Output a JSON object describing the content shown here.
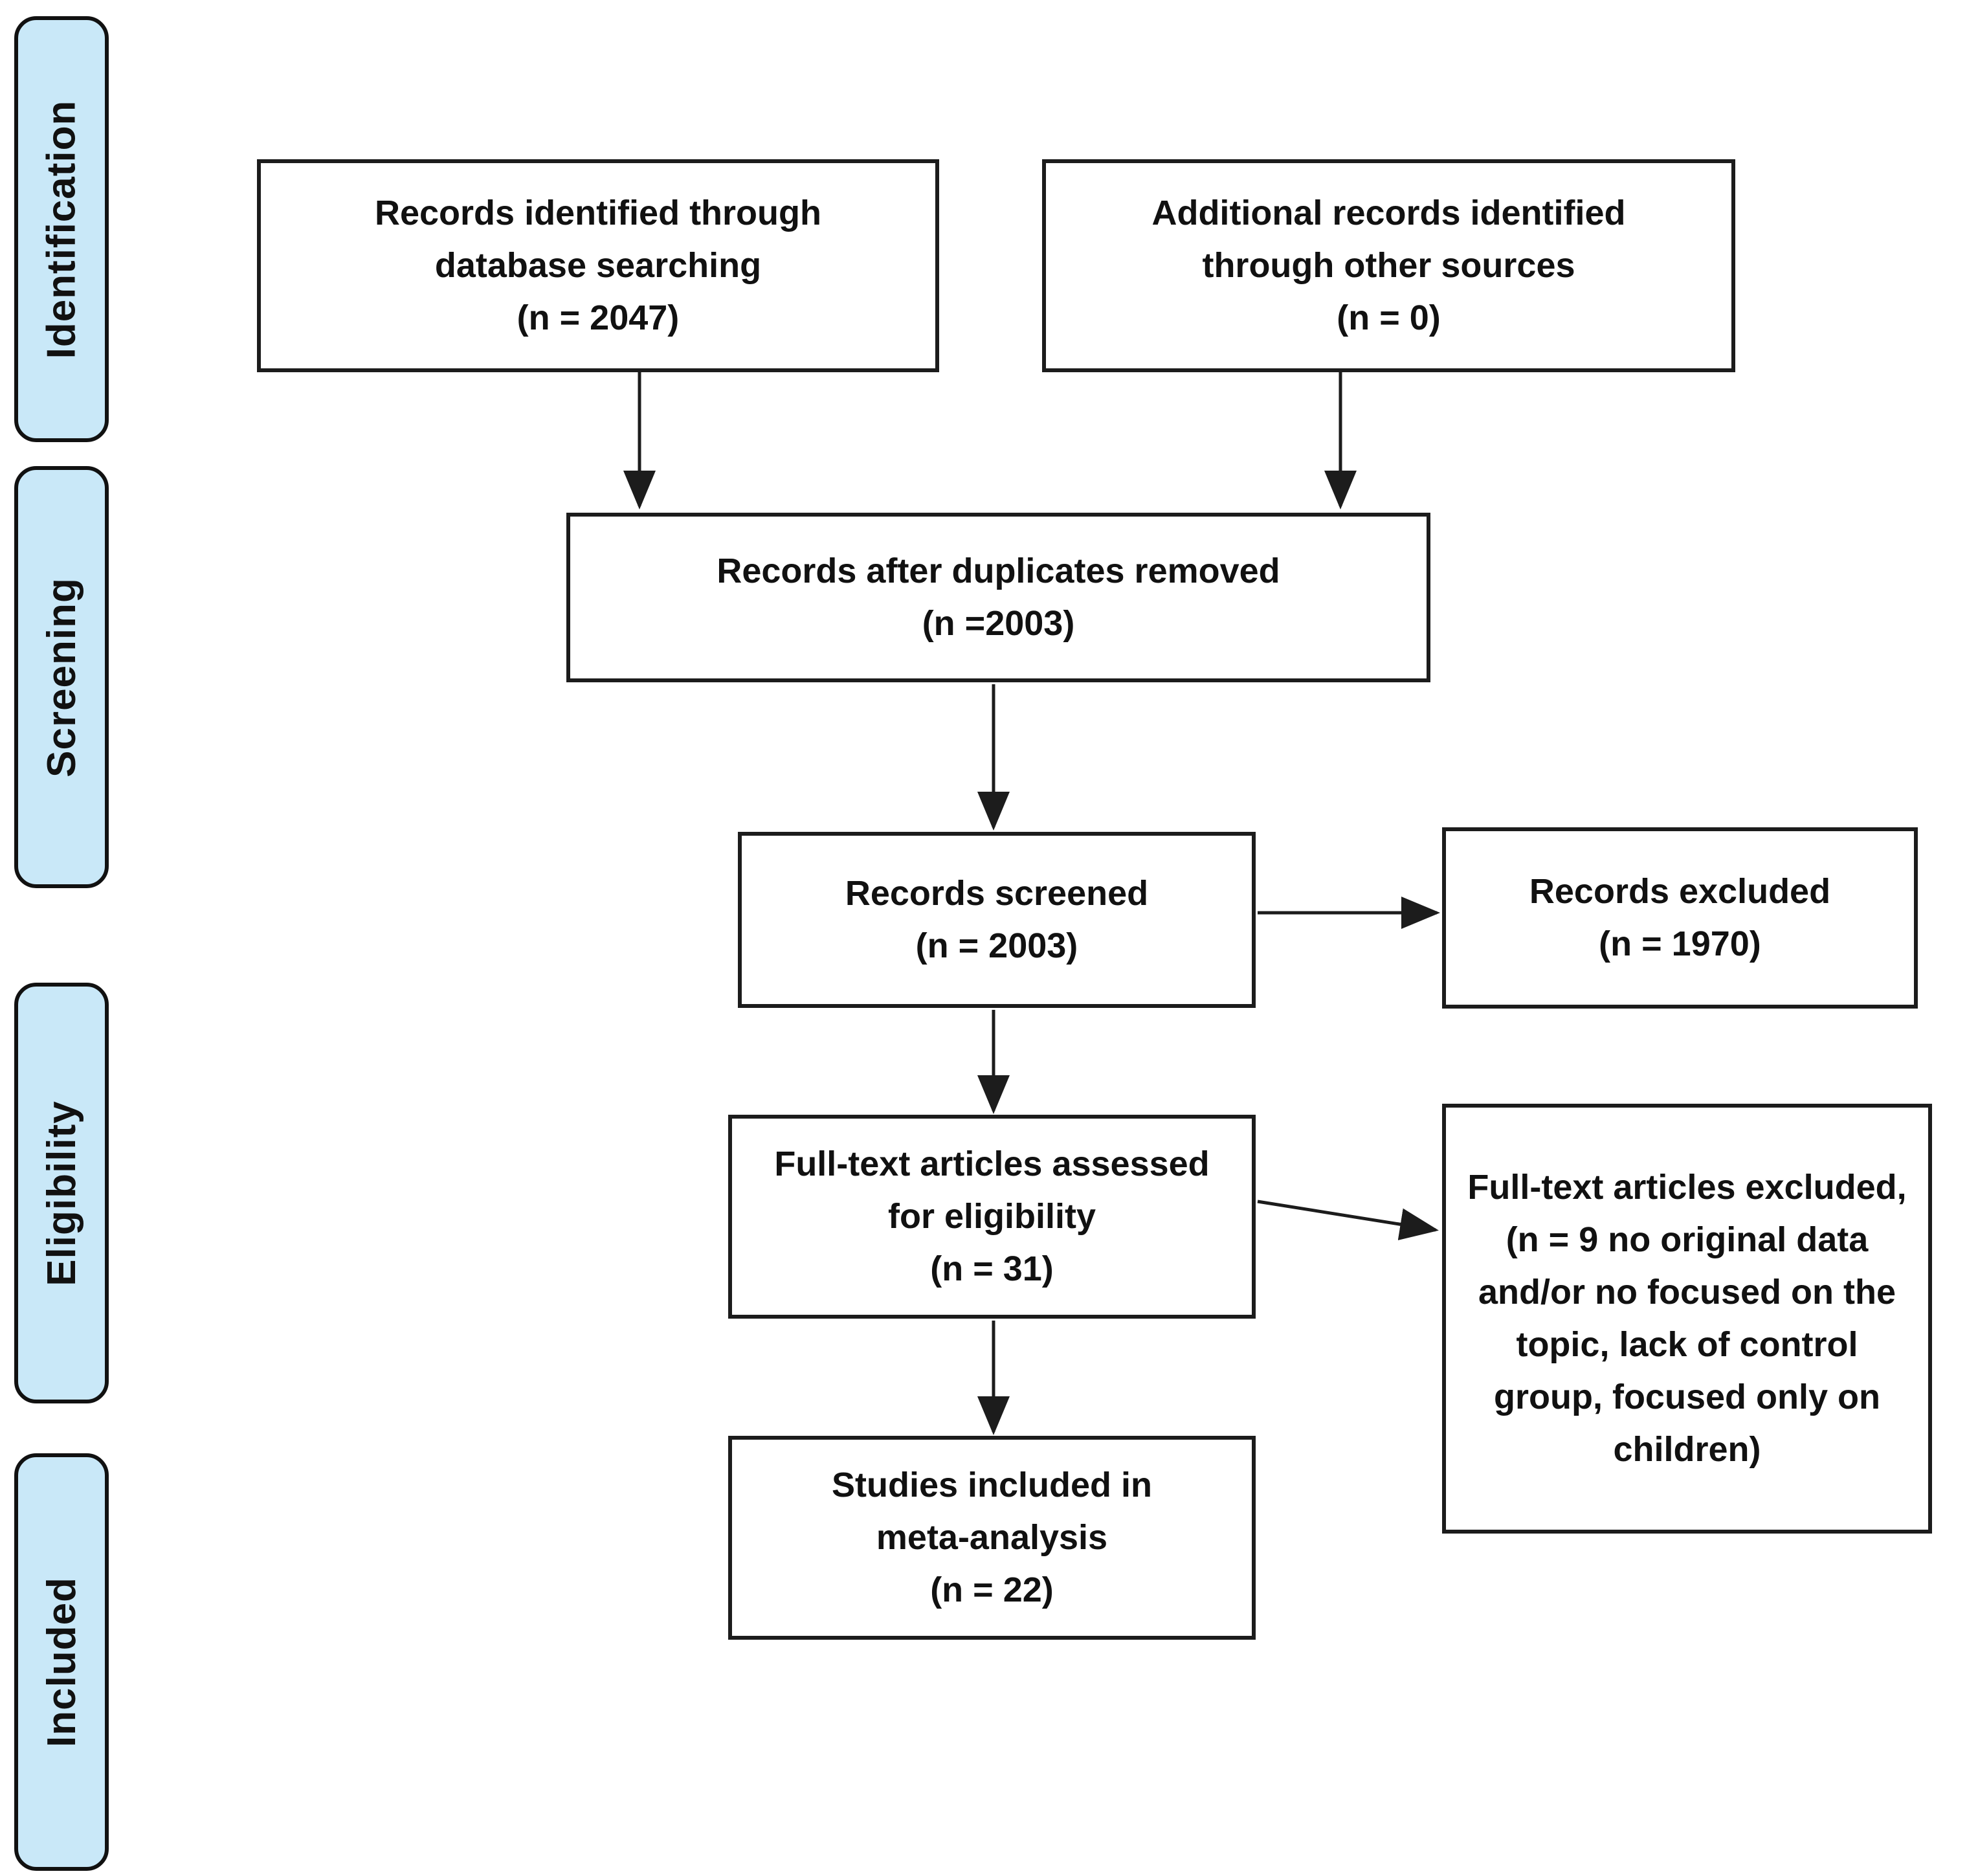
{
  "diagram_type": "PRISMA flow diagram",
  "sidebar": {
    "stages": [
      {
        "label": "Identification"
      },
      {
        "label": "Screening"
      },
      {
        "label": "Eligibility"
      },
      {
        "label": "Included"
      }
    ]
  },
  "boxes": {
    "identified": {
      "text": "Records identified through\ndatabase searching\n(n = 2047)",
      "n": 2047
    },
    "other_sources": {
      "text": "Additional records identified\nthrough other sources\n(n = 0)",
      "n": 0
    },
    "after_duplicates": {
      "text": "Records after duplicates removed\n(n =2003)",
      "n": 2003
    },
    "screened": {
      "text": "Records screened\n(n = 2003)",
      "n": 2003
    },
    "records_excluded": {
      "text": "Records excluded\n(n = 1970)",
      "n": 1970
    },
    "fulltext_assessed": {
      "text": "Full-text articles assessed\nfor eligibility\n(n = 31)",
      "n": 31
    },
    "fulltext_excluded": {
      "text": "Full-text articles excluded,\n(n = 9 no original data\nand/or no focused on the\ntopic, lack of control\ngroup, focused only on\nchildren)",
      "n": 9
    },
    "included_meta_analysis": {
      "text": "Studies included in\nmeta-analysis\n(n = 22)",
      "n": 22
    }
  },
  "colors": {
    "background": "#ffffff",
    "box_fill": "#ffffff",
    "box_border": "#1c1c1c",
    "stage_fill": "#c9e8f8",
    "stage_border": "#111111",
    "arrow": "#1c1c1c",
    "text": "#111111"
  }
}
